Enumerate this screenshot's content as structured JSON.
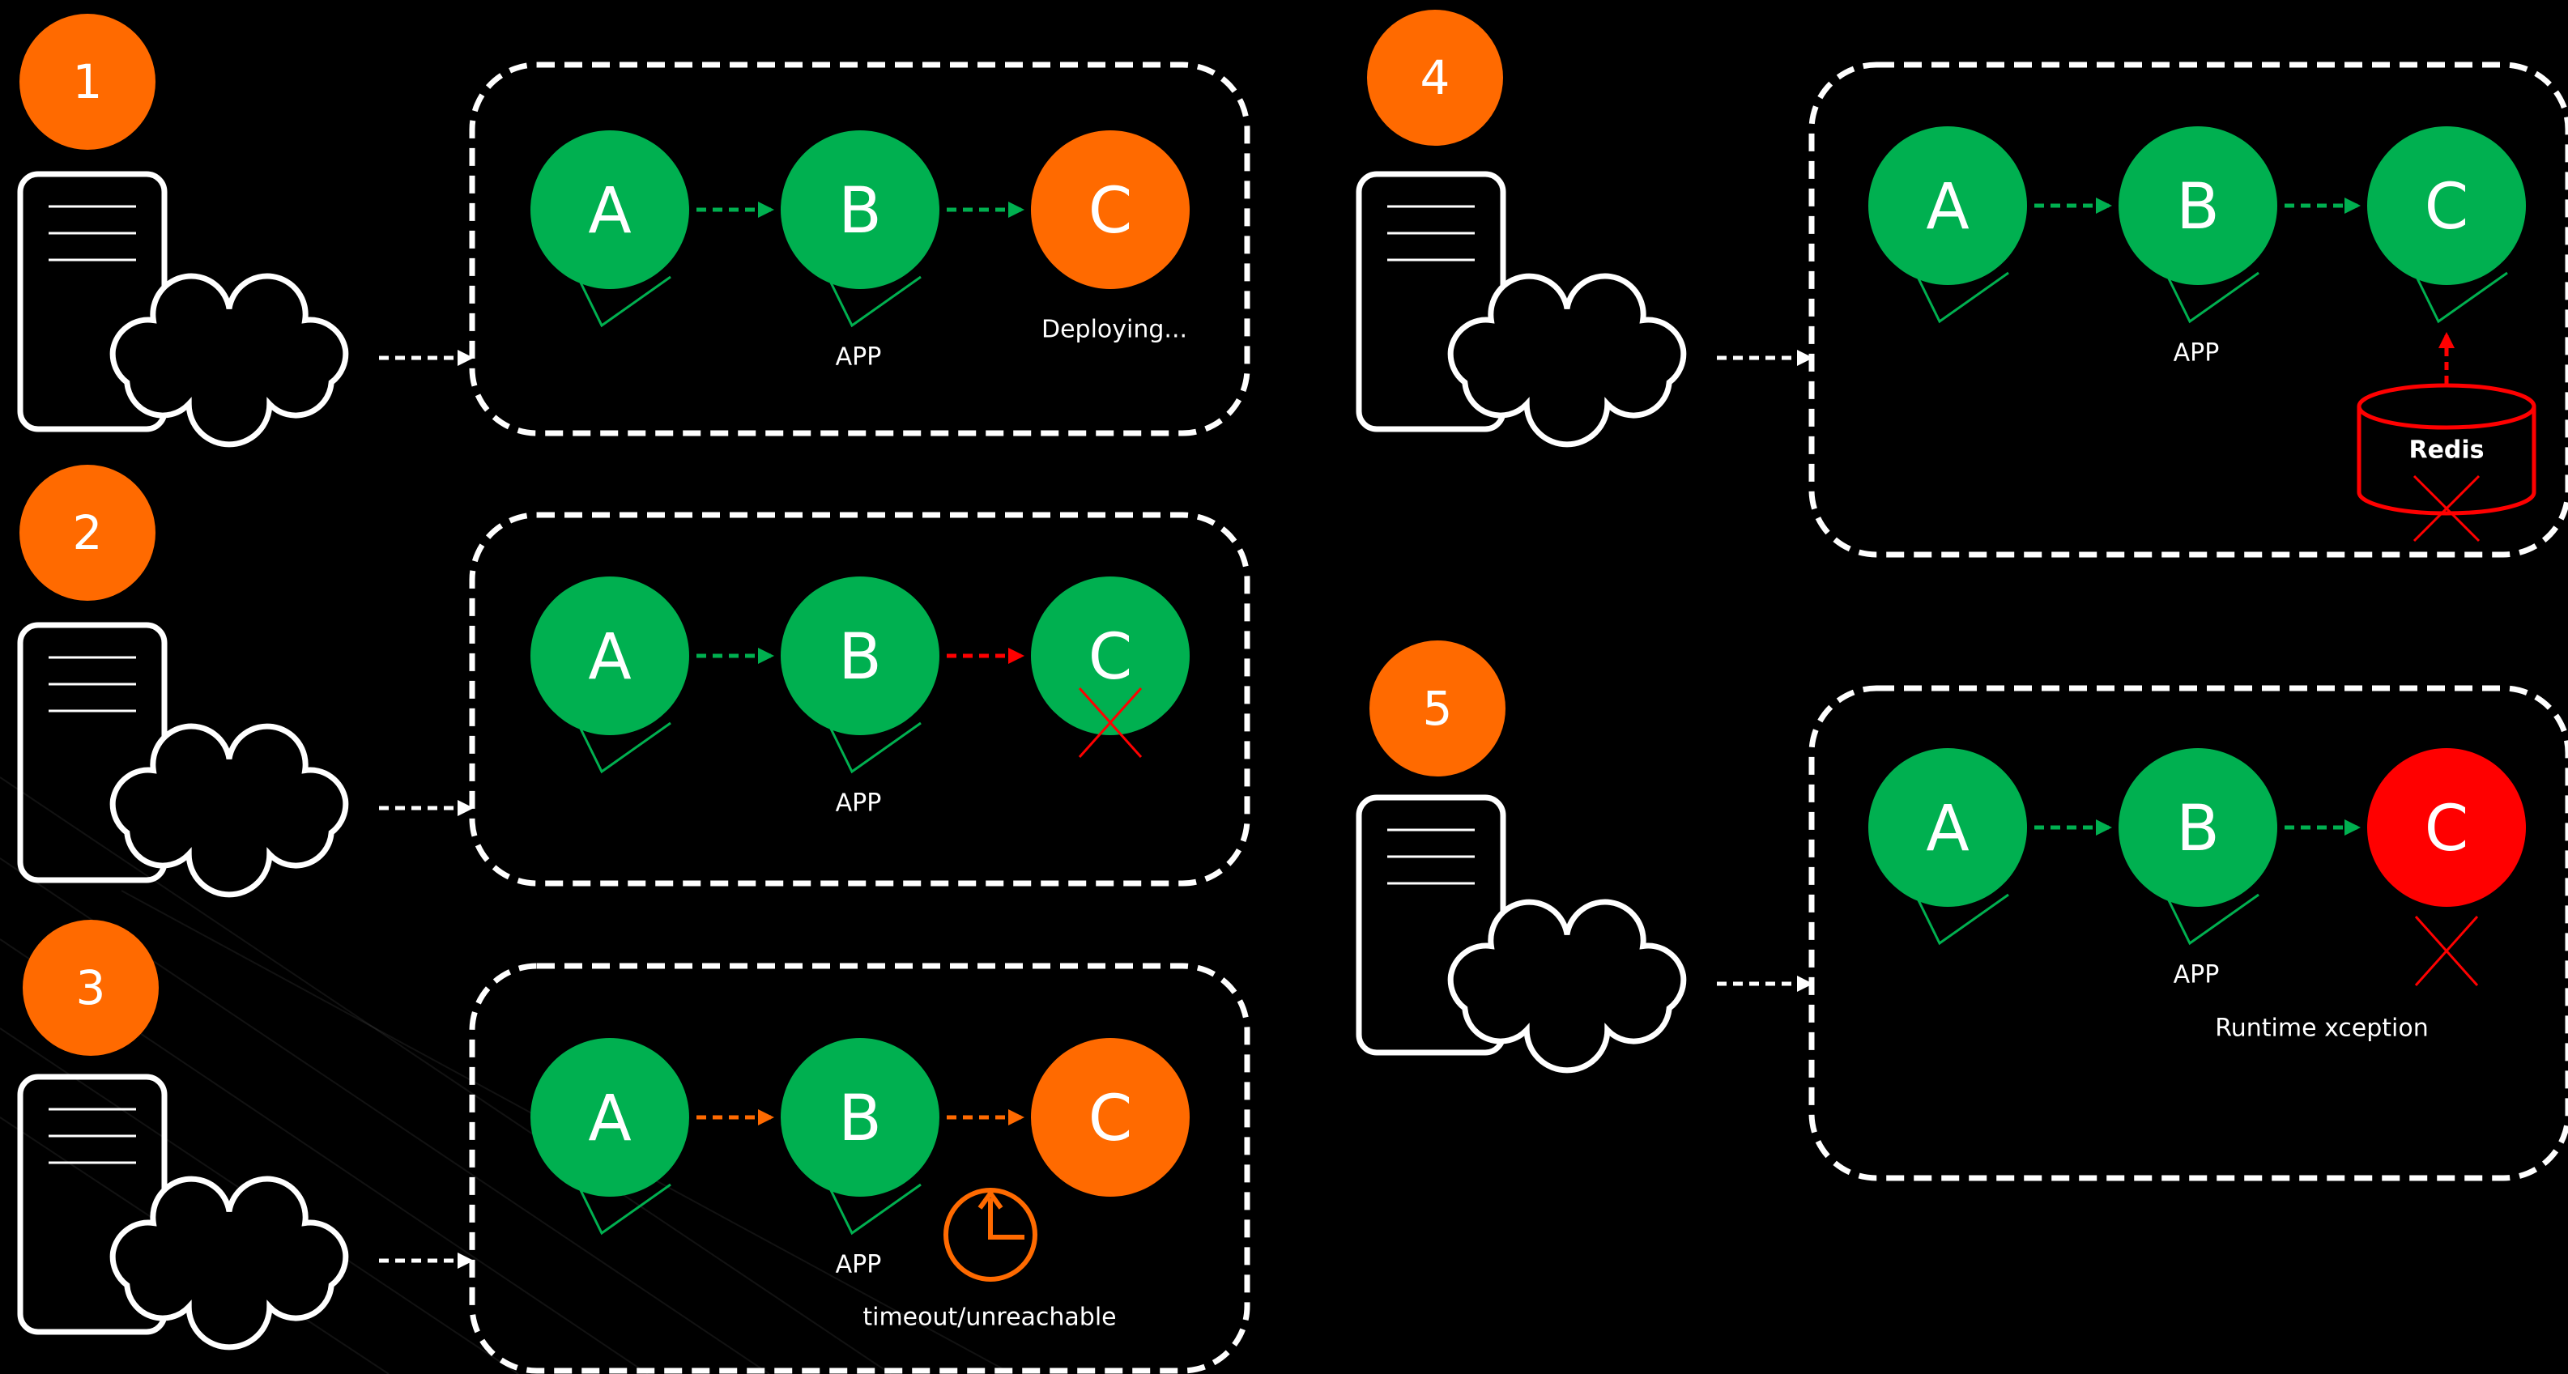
{
  "colors": {
    "background": "#000000",
    "ok": "#00b050",
    "warn": "#ff6a00",
    "error": "#ff0000",
    "line": "#ffffff"
  },
  "scenarios": [
    {
      "step": "1",
      "nodes": [
        {
          "letter": "A",
          "state": "ok",
          "check": true
        },
        {
          "letter": "B",
          "state": "ok",
          "check": true
        },
        {
          "letter": "C",
          "state": "warn"
        }
      ],
      "links": [
        "ok",
        "ok"
      ],
      "app_label": "APP",
      "status_text": "Deploying..."
    },
    {
      "step": "2",
      "nodes": [
        {
          "letter": "A",
          "state": "ok",
          "check": true
        },
        {
          "letter": "B",
          "state": "ok",
          "check": true
        },
        {
          "letter": "C",
          "state": "ok",
          "cross": true
        }
      ],
      "links": [
        "ok",
        "error"
      ],
      "app_label": "APP"
    },
    {
      "step": "3",
      "nodes": [
        {
          "letter": "A",
          "state": "ok",
          "check": true
        },
        {
          "letter": "B",
          "state": "ok",
          "check": true
        },
        {
          "letter": "C",
          "state": "warn"
        }
      ],
      "links": [
        "warn",
        "warn"
      ],
      "app_label": "APP",
      "status_text": "timeout/unreachable",
      "clock_icon": "clock-icon"
    },
    {
      "step": "4",
      "nodes": [
        {
          "letter": "A",
          "state": "ok",
          "check": true
        },
        {
          "letter": "B",
          "state": "ok",
          "check": true
        },
        {
          "letter": "C",
          "state": "ok",
          "check": true
        }
      ],
      "links": [
        "ok",
        "ok"
      ],
      "app_label": "APP",
      "dependency_label": "Redis"
    },
    {
      "step": "5",
      "nodes": [
        {
          "letter": "A",
          "state": "ok",
          "check": true
        },
        {
          "letter": "B",
          "state": "ok",
          "check": true
        },
        {
          "letter": "C",
          "state": "error",
          "cross": true
        }
      ],
      "links": [
        "ok",
        "ok"
      ],
      "app_label": "APP",
      "status_text": "Runtime xception"
    }
  ]
}
